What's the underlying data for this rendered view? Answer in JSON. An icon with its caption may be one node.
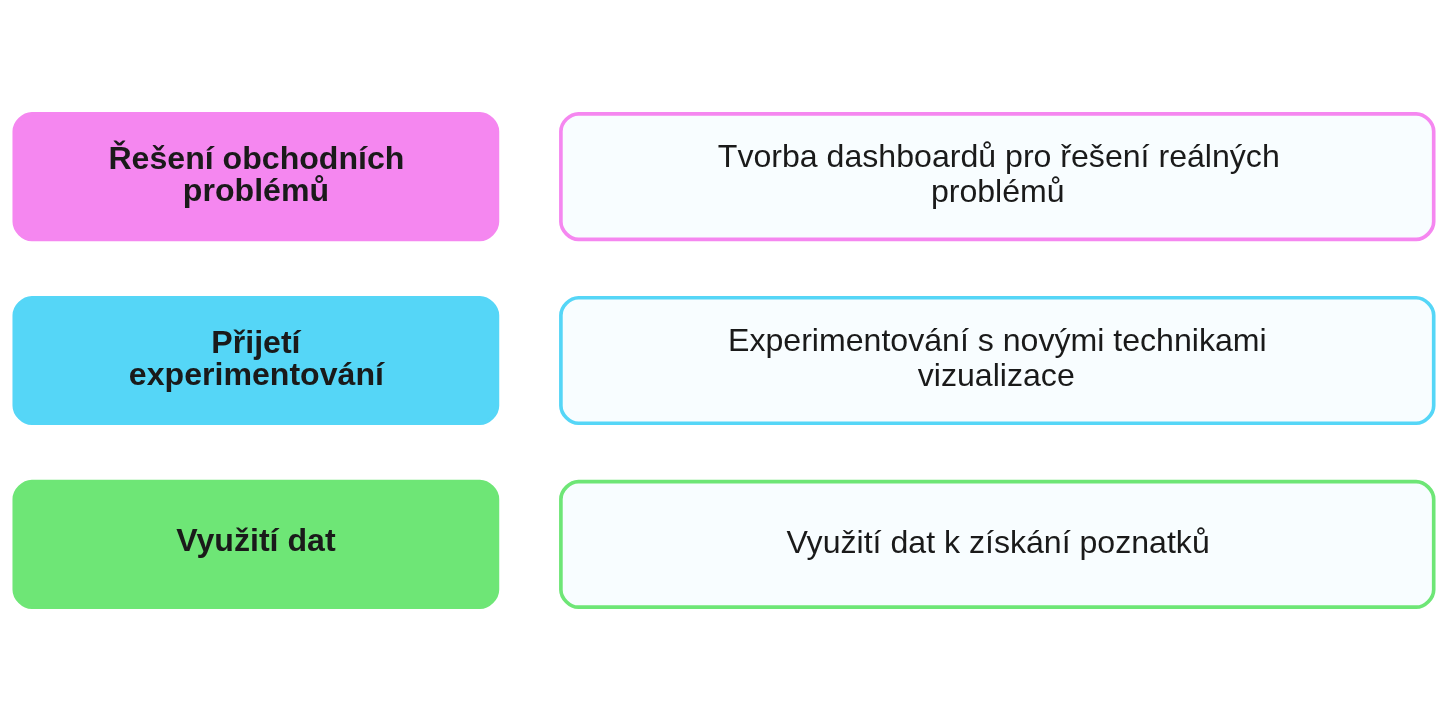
{
  "diagram": {
    "nodes": [
      {
        "text": [
          "Řešení obchodních problémů"
        ]
      },
      {
        "text": [
          "Tvorba dashboardů pro řešení reálných problémů"
        ]
      },
      {
        "text": [
          "Přijetí experimentování"
        ]
      },
      {
        "text": [
          "Experimentování s novými technikami vizualizace"
        ]
      },
      {
        "text": [
          "Využití dat"
        ]
      },
      {
        "text": [
          "Využití dat k získání poznatků"
        ]
      }
    ]
  }
}
